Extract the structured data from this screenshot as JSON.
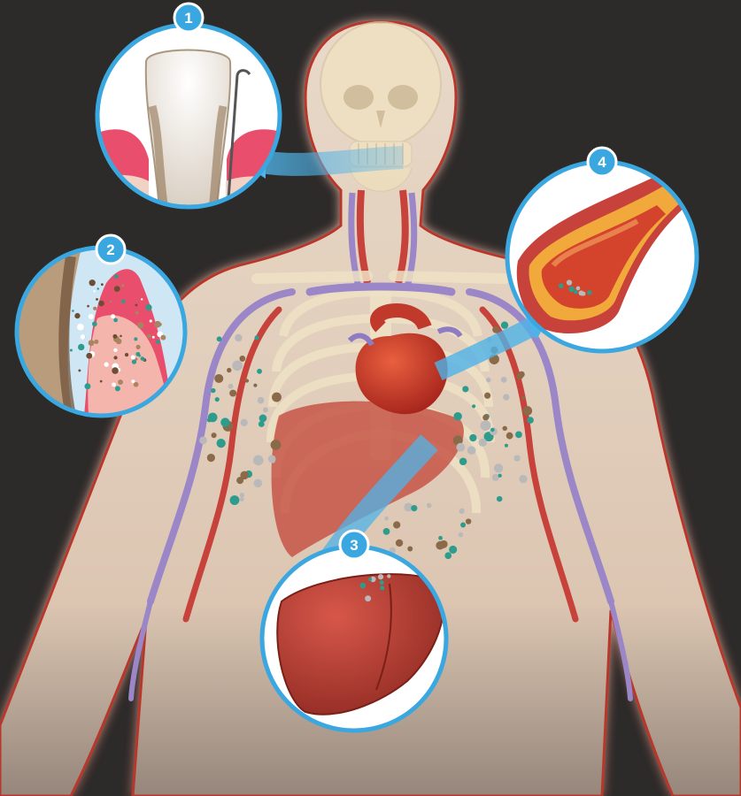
{
  "palette": {
    "background": "#2c2b2a",
    "body_fill": "#ebd7c4",
    "body_glow": "#c0392b",
    "bone": "#f1e2c2",
    "organ_red": "#c0392b",
    "vein_purple": "#8e7cc3",
    "callout_blue": "#3aa7e0",
    "arrow_blue": "#4fb3e8",
    "particle_teal": "#2e9c8c"
  },
  "callouts": [
    {
      "number": "1",
      "subject": "tooth-with-plaque-and-gum-probe",
      "icon": "tooth-icon"
    },
    {
      "number": "2",
      "subject": "inflamed-gum-bacteria",
      "icon": "bacteria-icon"
    },
    {
      "number": "3",
      "subject": "liver",
      "icon": "liver-icon"
    },
    {
      "number": "4",
      "subject": "artery-with-plaque",
      "icon": "artery-icon"
    }
  ]
}
